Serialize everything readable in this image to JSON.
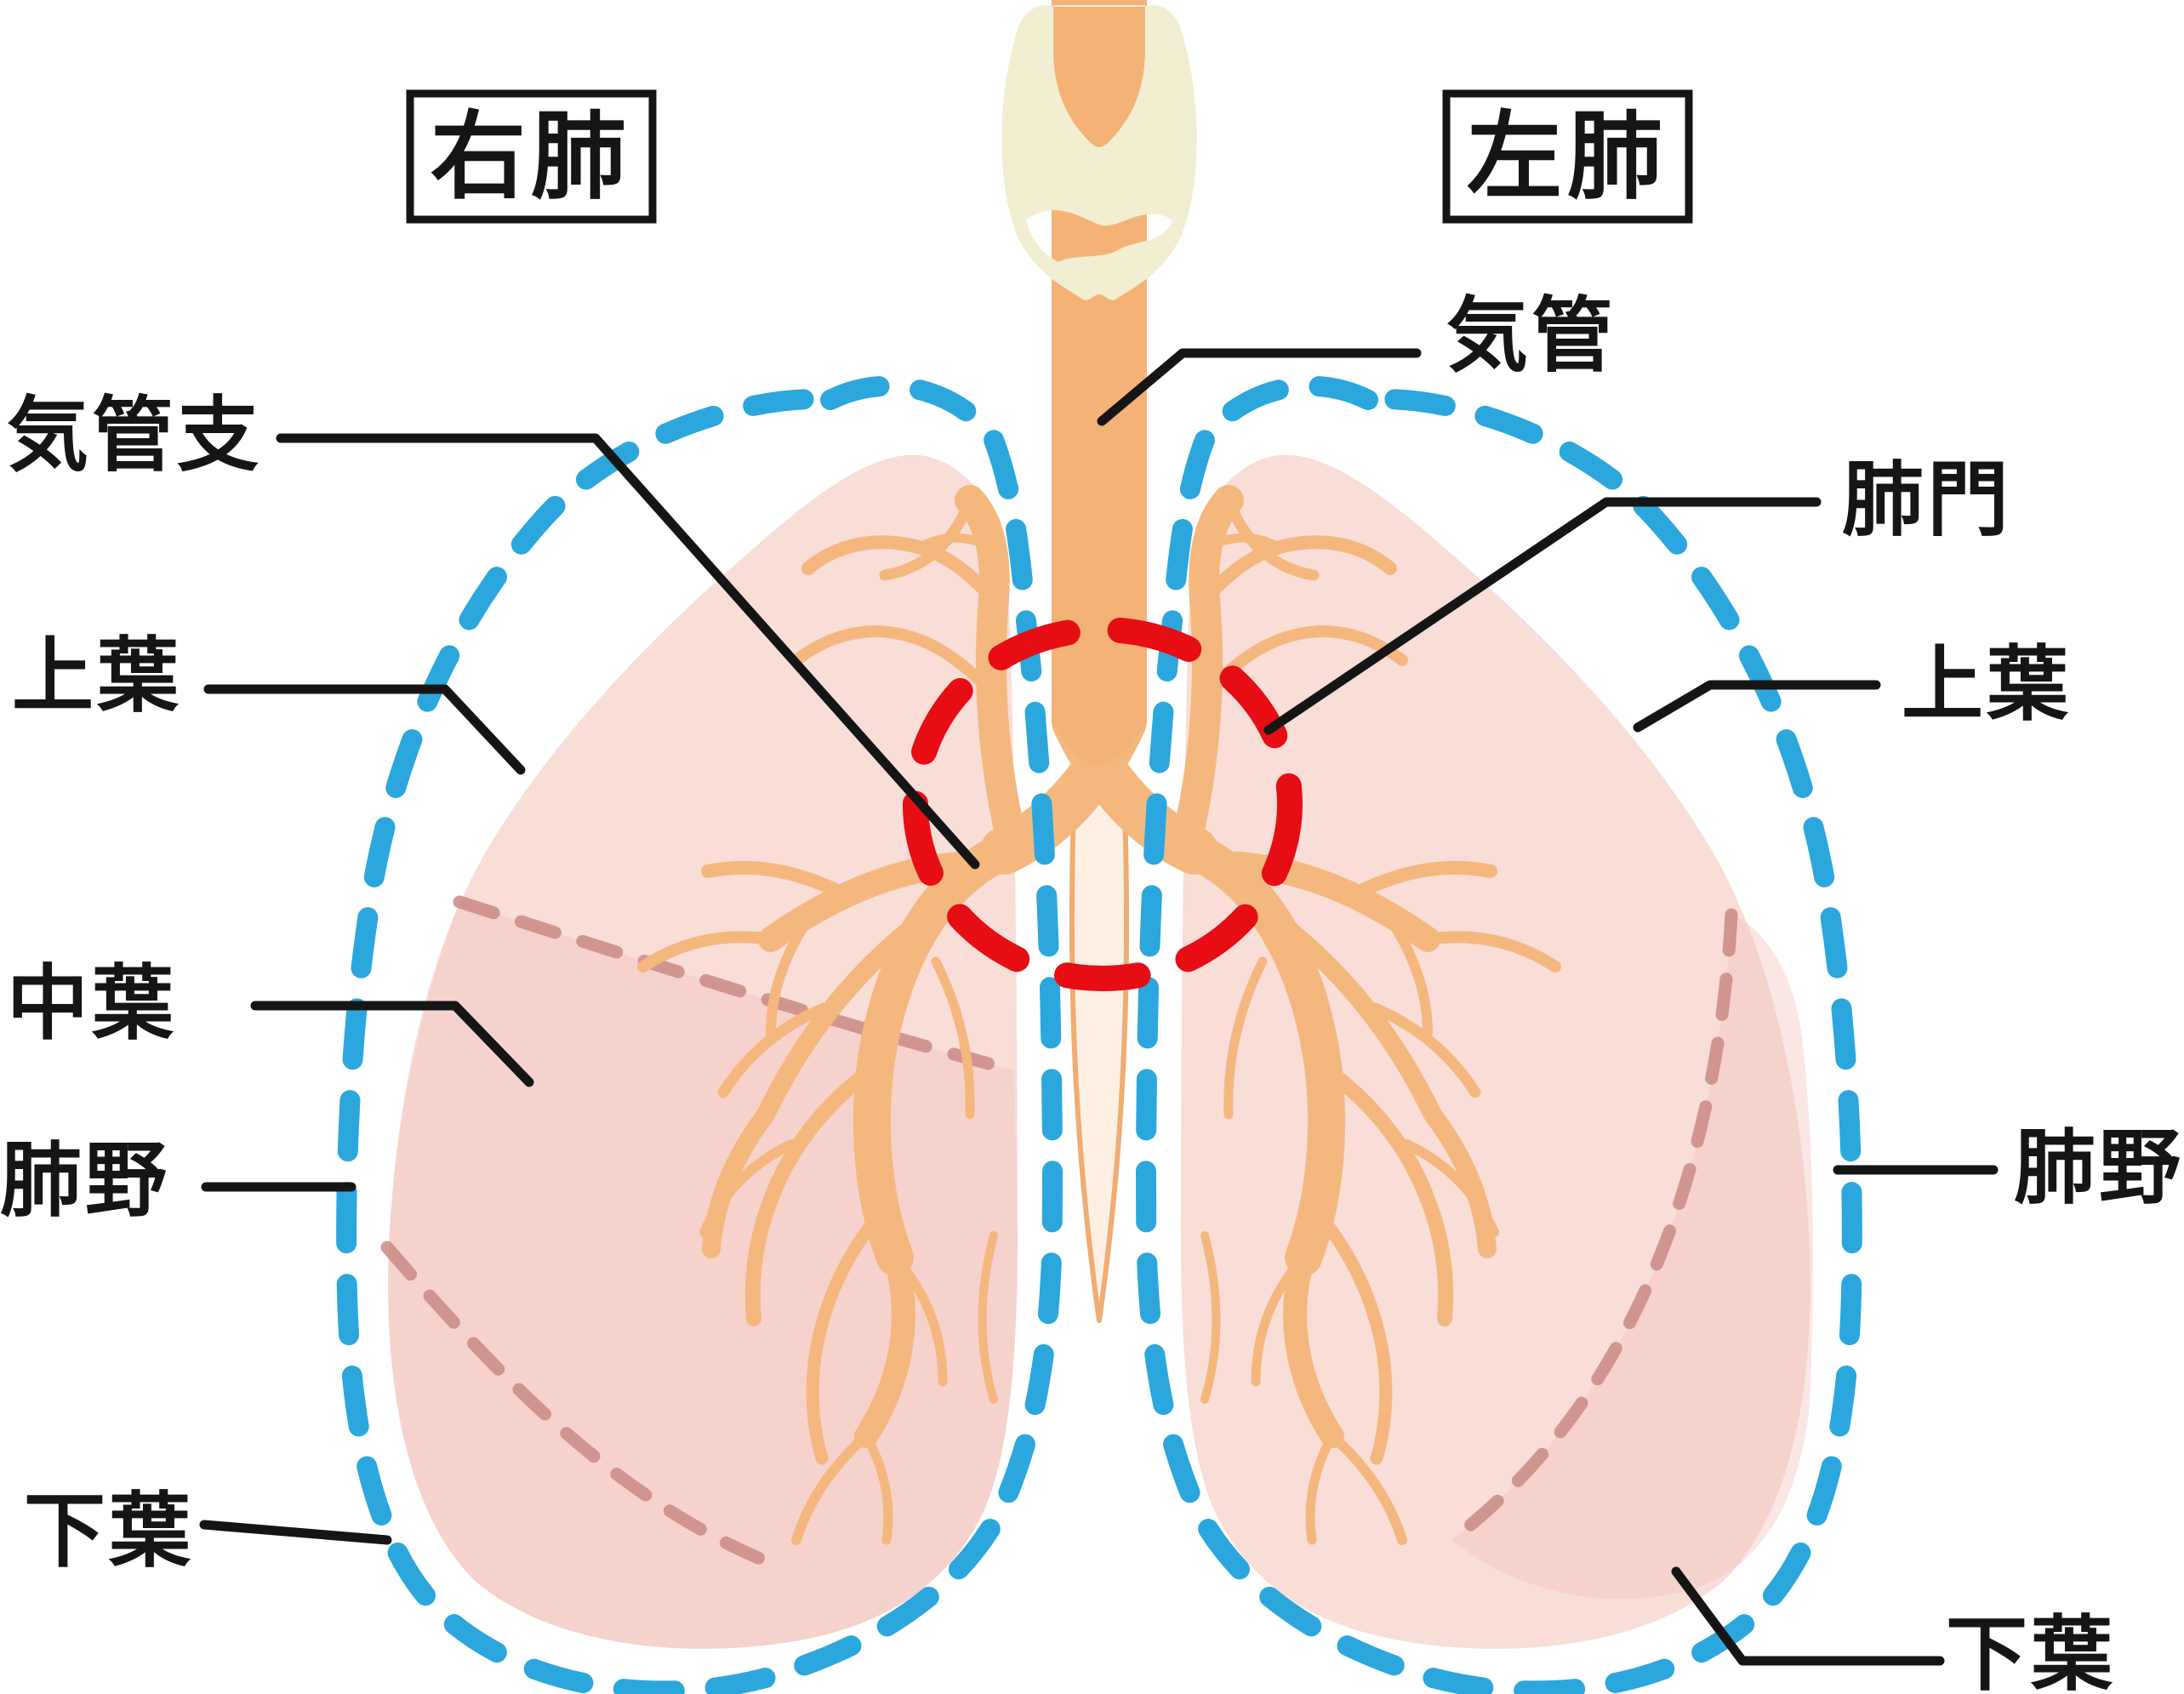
{
  "labels": {
    "right_lung_box": "右肺",
    "left_lung_box": "左肺",
    "trachea": "気管",
    "bronchus": "気管支",
    "upper_lobe_left": "上葉",
    "middle_lobe_left": "中葉",
    "lung_field_left": "肺野",
    "lower_lobe_left": "下葉",
    "hilum": "肺門",
    "upper_lobe_right": "上葉",
    "lung_field_right": "肺野",
    "lower_lobe_right": "下葉"
  },
  "colors": {
    "blue": "#2ba7de",
    "red": "#e60d15",
    "ink": "#151515",
    "lung_pink": "#f9ddd7",
    "lung_shade": "#f2c4bc",
    "tree_orange": "#f4b87f",
    "trachea_orange": "#f5b277",
    "larynx_cream": "#f2eed2",
    "esophagus_cream": "#fdf0e3",
    "esophagus_line": "#f0ac72",
    "fissure_mauve": "#c98b84",
    "bg": "#ffffff"
  }
}
